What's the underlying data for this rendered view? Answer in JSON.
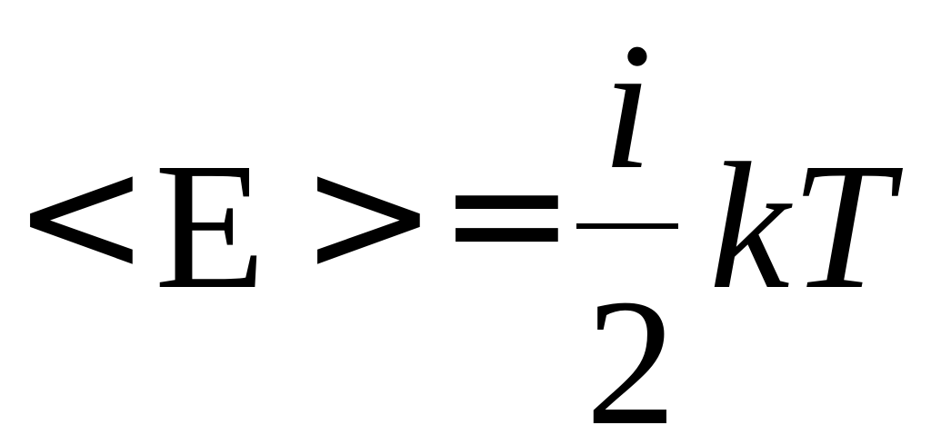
{
  "formula": {
    "lhs_open": "<",
    "lhs_var": "E",
    "lhs_close": ">",
    "equals": "=",
    "numerator": "i",
    "denominator": "2",
    "factor_k": "k",
    "factor_T": "T"
  },
  "colors": {
    "text": "#000000",
    "background": "#ffffff"
  }
}
